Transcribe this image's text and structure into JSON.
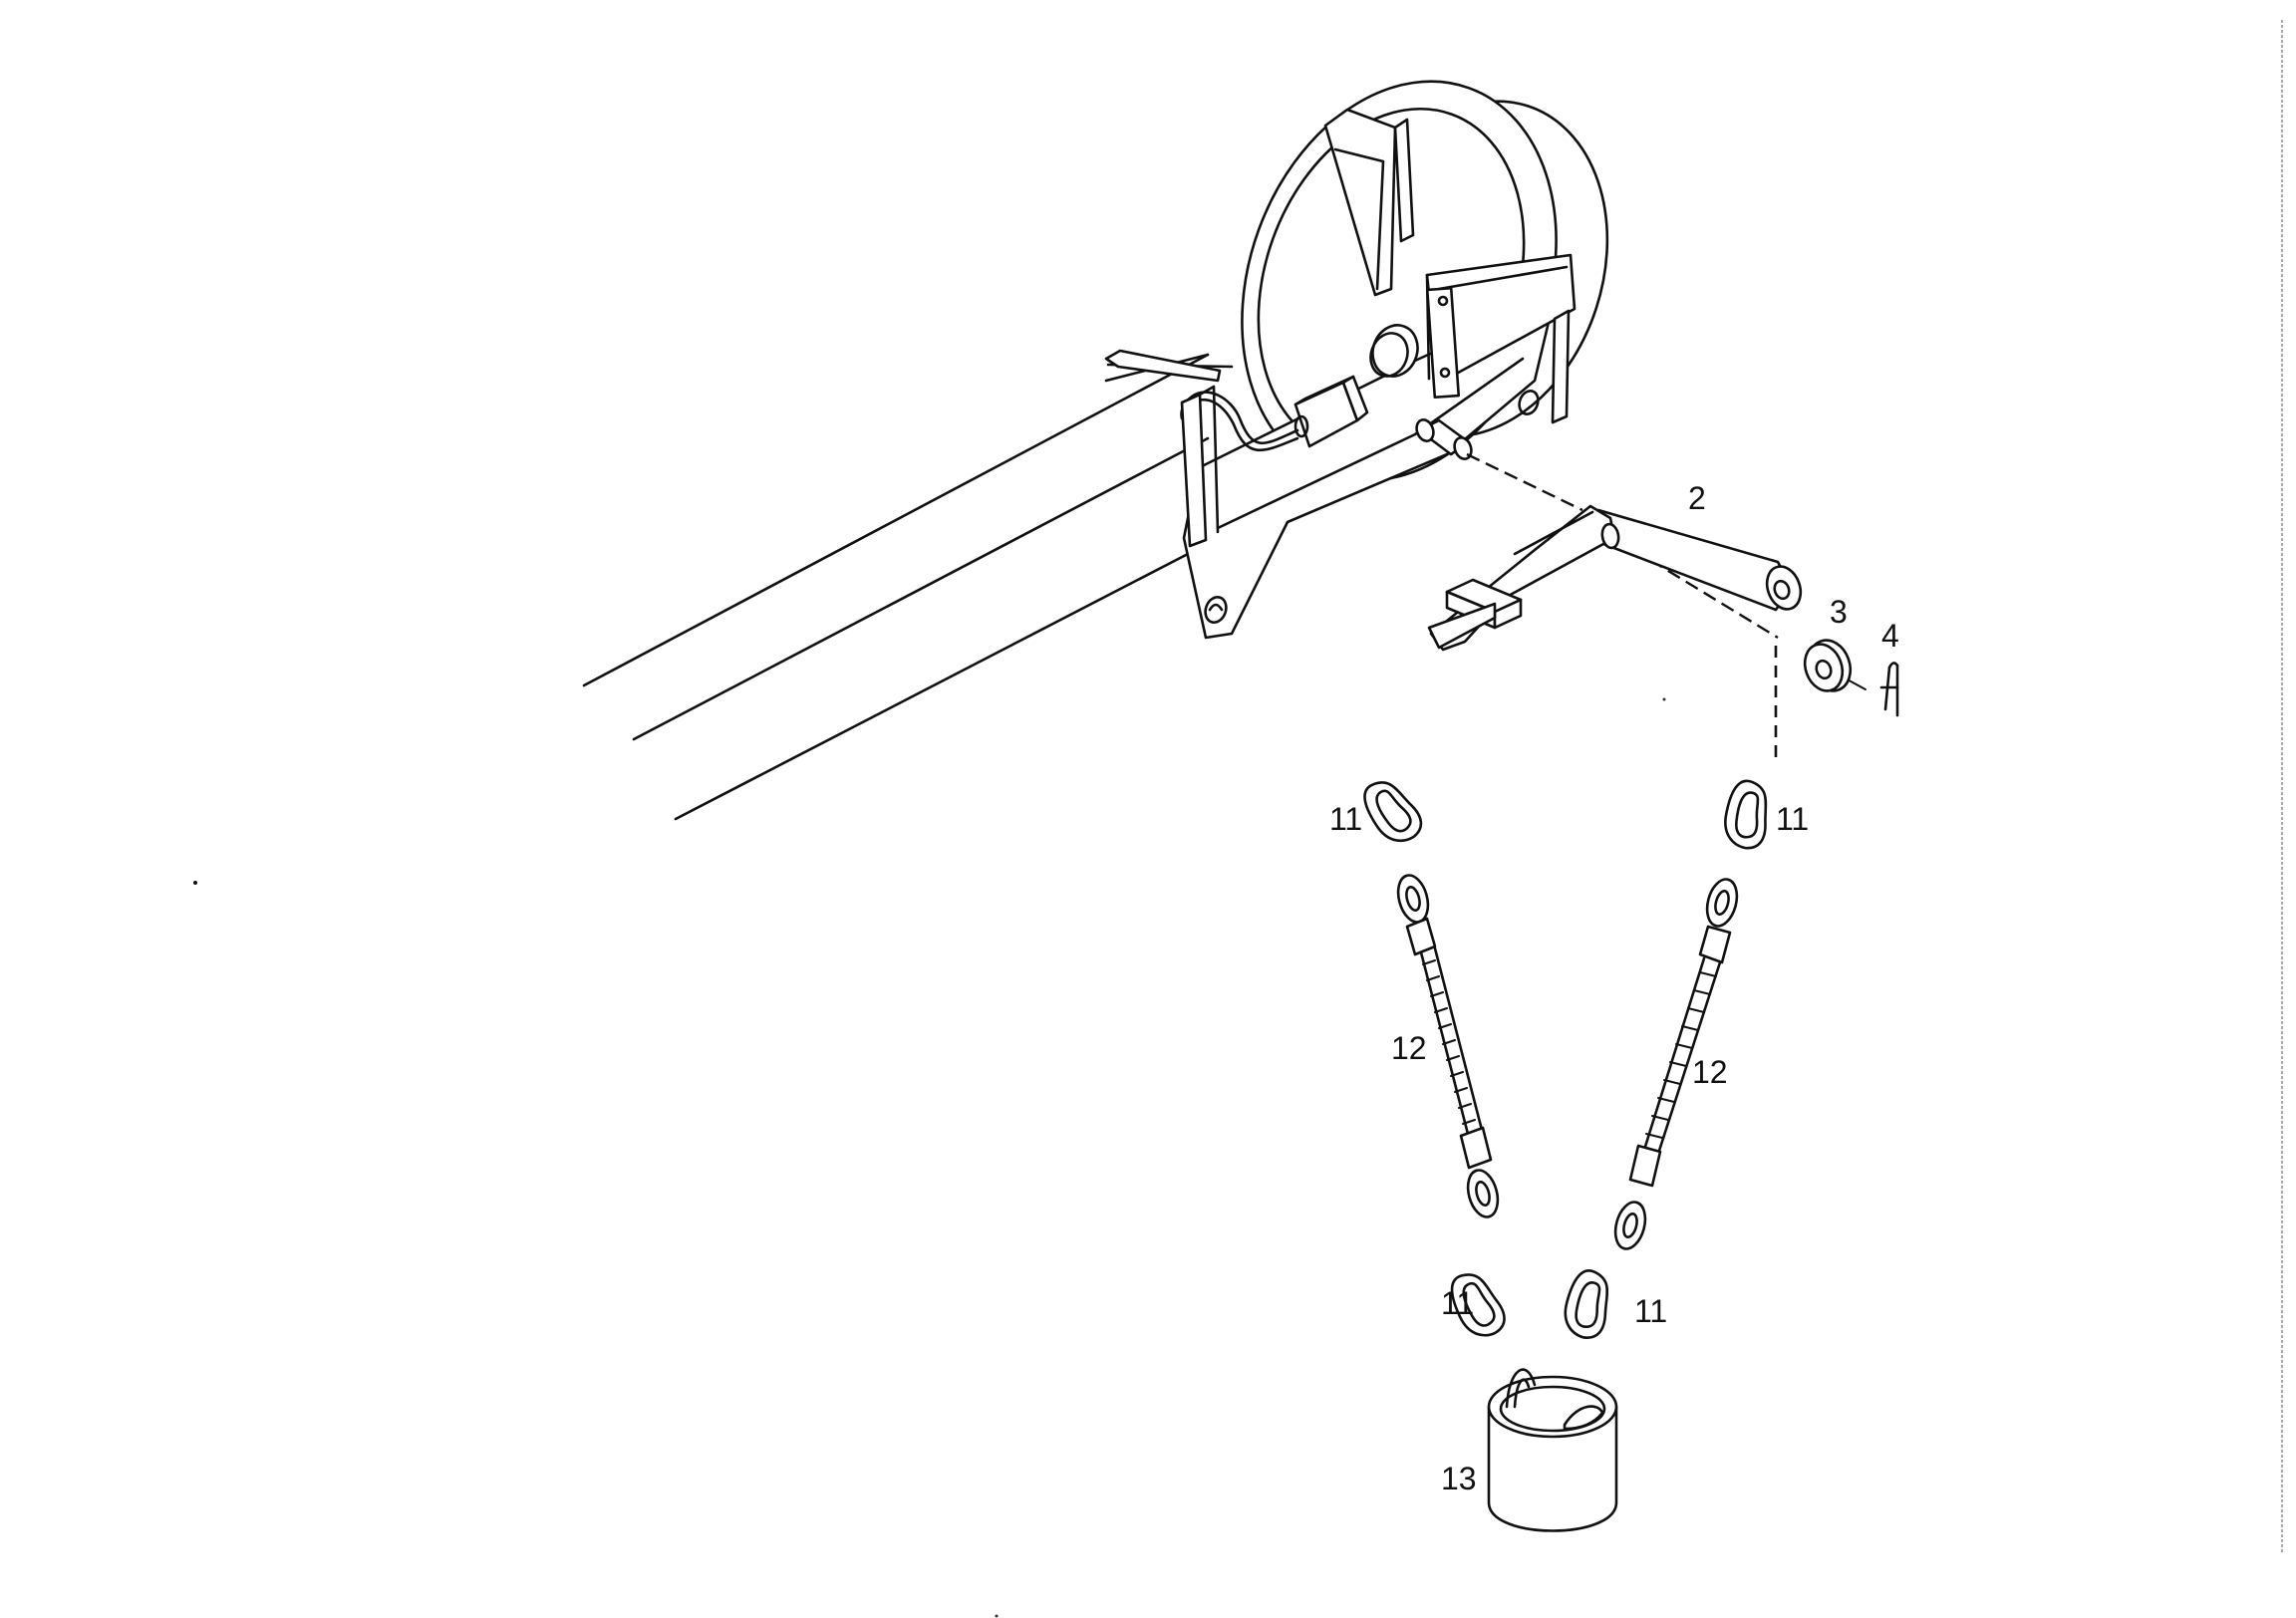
{
  "callouts": {
    "crank_handle": "2",
    "washer": "3",
    "cotter_pin": "4",
    "shackle_upper_left": "11",
    "shackle_upper_right": "11",
    "shackle_lower_left": "11",
    "shackle_lower_right": "11",
    "sling_left": "12",
    "sling_right": "12",
    "weight": "13"
  }
}
